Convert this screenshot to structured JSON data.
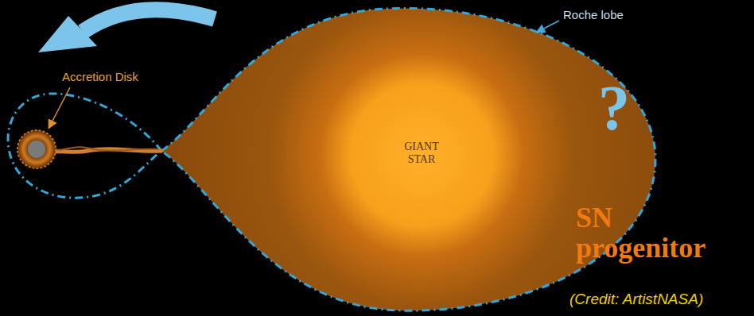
{
  "diagram": {
    "nodes": [
      {
        "text": [
          "GIANT STAR"
        ]
      }
    ],
    "labels": [
      "Roche lobe",
      "Accretion Disk",
      "?",
      "SN progenitor",
      "(Credit: ArtistNASA)"
    ]
  }
}
